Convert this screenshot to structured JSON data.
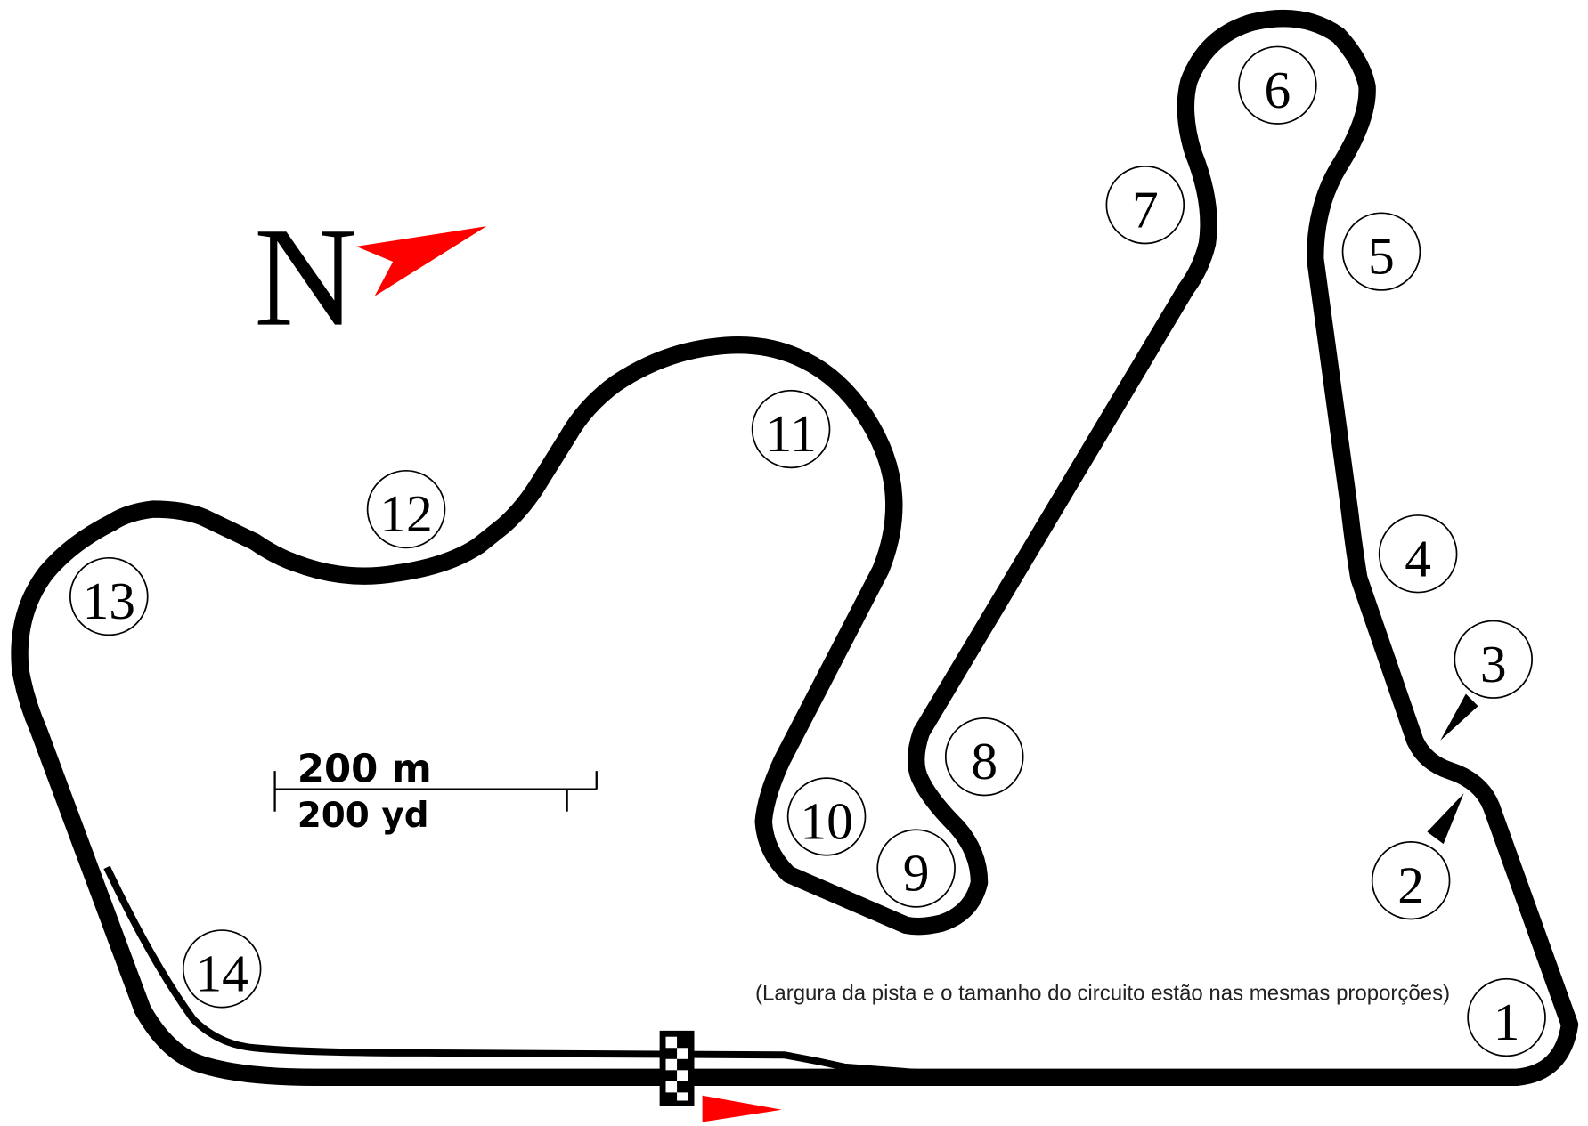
{
  "compass": {
    "letter": "N",
    "arrow_color": "#ff0000"
  },
  "scale_bar": {
    "metric_label": "200 m",
    "imperial_label": "200 yd"
  },
  "note": "(Largura da pista e o tamanho do circuito estão nas mesmas proporções)",
  "turns": [
    "1",
    "2",
    "3",
    "4",
    "5",
    "6",
    "7",
    "8",
    "9",
    "10",
    "11",
    "12",
    "13",
    "14"
  ],
  "colors": {
    "track": "#000000",
    "direction_arrow": "#ff0000"
  }
}
